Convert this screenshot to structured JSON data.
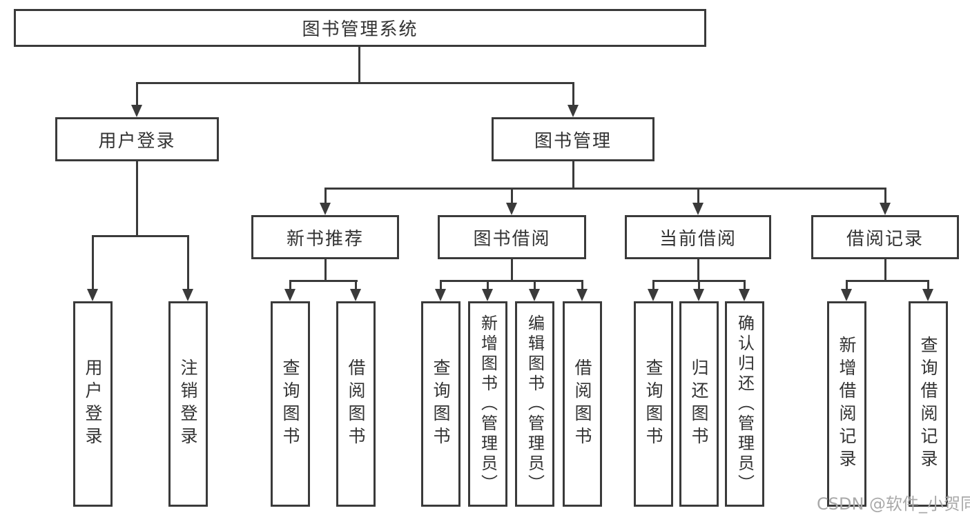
{
  "root": {
    "label": "图书管理系统",
    "children": [
      {
        "label": "用户登录",
        "children": [
          {
            "label": "用户登录"
          },
          {
            "label": "注销登录"
          }
        ]
      },
      {
        "label": "图书管理",
        "children": [
          {
            "label": "新书推荐",
            "children": [
              {
                "label": "查询图书"
              },
              {
                "label": "借阅图书"
              }
            ]
          },
          {
            "label": "图书借阅",
            "children": [
              {
                "label": "查询图书"
              },
              {
                "label": "新增图书（管理员）"
              },
              {
                "label": "编辑图书（管理员）"
              },
              {
                "label": "借阅图书"
              }
            ]
          },
          {
            "label": "当前借阅",
            "children": [
              {
                "label": "查询图书"
              },
              {
                "label": "归还图书"
              },
              {
                "label": "确认归还（管理员）"
              }
            ]
          },
          {
            "label": "借阅记录",
            "children": [
              {
                "label": "新增借阅记录"
              },
              {
                "label": "查询借阅记录"
              }
            ]
          }
        ]
      }
    ]
  },
  "watermark": {
    "text": "CSDN @软件_小贺同学"
  },
  "colors": {
    "line": "#3a3a3a",
    "text": "#333333",
    "watermark": "#a9a9a9",
    "background": "#ffffff"
  }
}
